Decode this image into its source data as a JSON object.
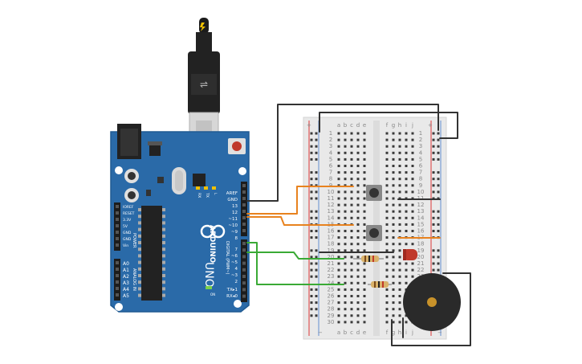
{
  "canvas": {
    "background": "#ffffff"
  },
  "arduino": {
    "board_color": "#2a6aa8",
    "brand": "ARDUINO",
    "model": "UNO",
    "label_digital": "DIGITAL (PWM~)",
    "label_power": "POWER",
    "label_analog": "ANALOG IN",
    "on_label": "ON",
    "top_pins": [
      "AREF",
      "GND",
      "13",
      "12",
      "~11",
      "~10",
      "~9",
      "8",
      "7",
      "~6",
      "~5",
      "4",
      "~3",
      "2",
      "TX▸1",
      "RX◂0"
    ],
    "power_pins": [
      "IOREF",
      "RESET",
      "3.3V",
      "5V",
      "GND",
      "GND",
      "Vin"
    ],
    "analog_pins": [
      "A0",
      "A1",
      "A2",
      "A3",
      "A4",
      "A5"
    ],
    "led_labels": [
      "RX",
      "TX",
      "L"
    ]
  },
  "breadboard": {
    "columns_left": [
      "a",
      "b",
      "c",
      "d",
      "e"
    ],
    "columns_right": [
      "f",
      "g",
      "h",
      "i",
      "j"
    ],
    "rows": 30,
    "rail_plus": "+",
    "rail_minus": "−"
  },
  "components": {
    "usb_icon": "lightning-icon",
    "led_color": "#c0392b",
    "buzzer_color": "#2a2a2a",
    "buzzer_center": "#c8922a",
    "button_color": "#333333"
  },
  "wires": {
    "orange": "#e8821e",
    "green": "#3aaa35",
    "black": "#333333"
  }
}
